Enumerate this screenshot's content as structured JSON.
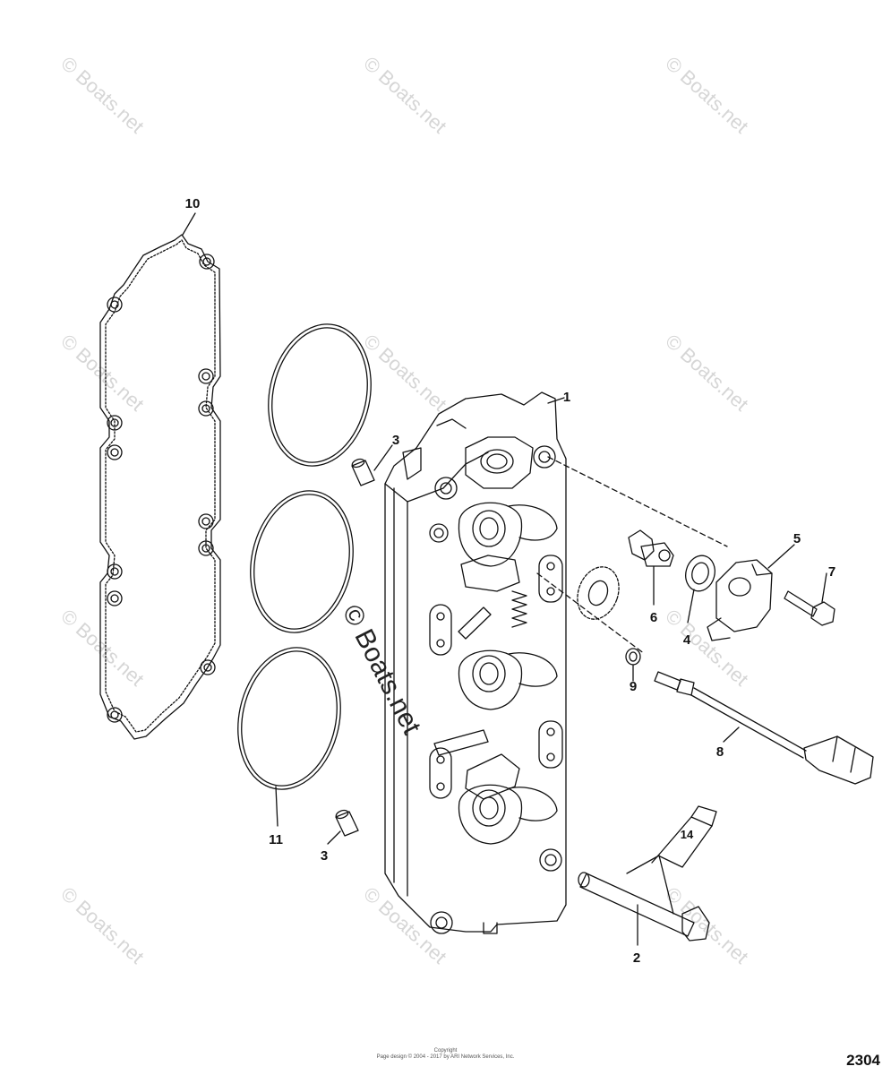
{
  "watermark": {
    "text": "© Boats.net"
  },
  "center_watermark": "© Boats.net",
  "callouts": [
    {
      "id": "c1",
      "label": "1"
    },
    {
      "id": "c2",
      "label": "2"
    },
    {
      "id": "c3a",
      "label": "3"
    },
    {
      "id": "c3b",
      "label": "3"
    },
    {
      "id": "c4",
      "label": "4"
    },
    {
      "id": "c5",
      "label": "5"
    },
    {
      "id": "c6",
      "label": "6"
    },
    {
      "id": "c7",
      "label": "7"
    },
    {
      "id": "c8",
      "label": "8"
    },
    {
      "id": "c9",
      "label": "9"
    },
    {
      "id": "c10",
      "label": "10"
    },
    {
      "id": "c11",
      "label": "11"
    },
    {
      "id": "c14",
      "label": "14"
    }
  ],
  "footer": {
    "line1": "Copyright",
    "line2": "Page design © 2004 - 2017 by ARI Network Services, Inc."
  },
  "page_number": "2304"
}
